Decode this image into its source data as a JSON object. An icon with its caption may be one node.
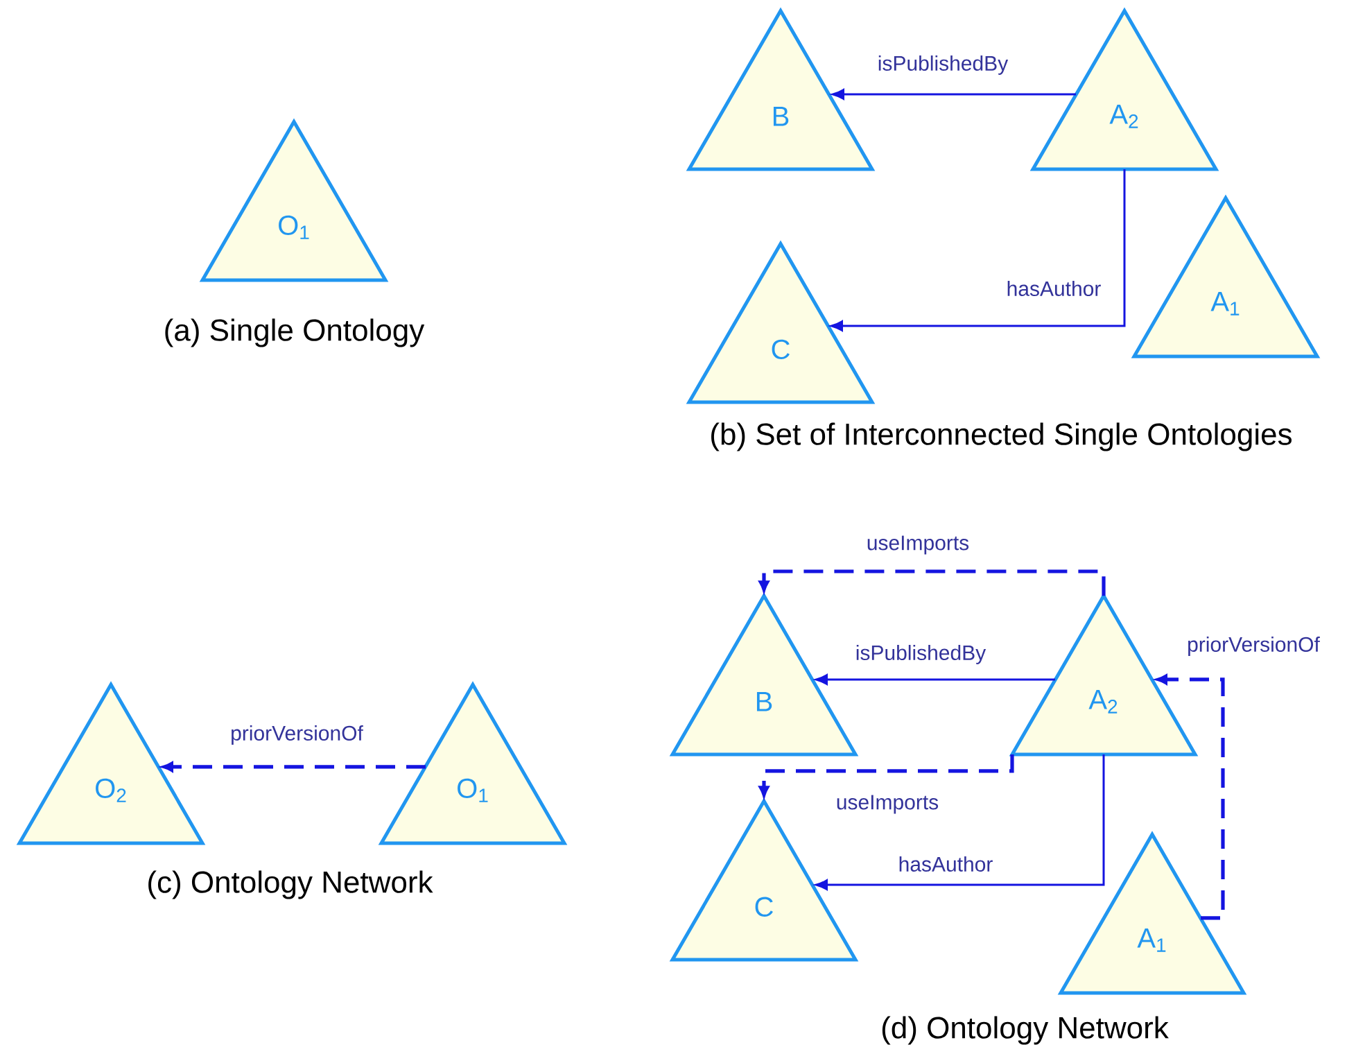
{
  "diagram": {
    "nodes": [
      {
        "text": [
          "O$_{1}$"
        ]
      },
      {
        "text": [
          "B"
        ]
      },
      {
        "text": [
          "A$_{2}$"
        ]
      },
      {
        "text": [
          "C"
        ]
      },
      {
        "text": [
          "A$_{1}$"
        ]
      },
      {
        "text": [
          "O$_{2}$"
        ]
      },
      {
        "text": [
          "O$_{1}$"
        ]
      },
      {
        "text": [
          "B"
        ]
      },
      {
        "text": [
          "A$_{2}$"
        ]
      },
      {
        "text": [
          "C"
        ]
      },
      {
        "text": [
          "A$_{1}$"
        ]
      }
    ],
    "edges": [
      {
        "from": 2,
        "to": 1,
        "arrow": "to",
        "label": "isPublishedBy"
      },
      {
        "from": 2,
        "to": 3,
        "arrow": "to",
        "label": "hasAuthor"
      },
      {
        "from": 6,
        "to": 5,
        "arrow": "to",
        "label": "priorVersionOf",
        "style": "dashed"
      },
      {
        "from": 8,
        "to": 7,
        "arrow": "to",
        "label": "useImports",
        "style": "dashed"
      },
      {
        "from": 8,
        "to": 7,
        "arrow": "to",
        "label": "isPublishedBy"
      },
      {
        "from": 8,
        "to": 9,
        "arrow": "to",
        "label": "useImports",
        "style": "dashed"
      },
      {
        "from": 8,
        "to": 9,
        "arrow": "to",
        "label": "hasAuthor"
      },
      {
        "from": 10,
        "to": 8,
        "arrow": "to",
        "label": "priorVersionOf",
        "style": "dashed"
      }
    ],
    "labels": [
      "(a) Single Ontology",
      "(b) Set of Interconnected Single Ontologies",
      "(c) Ontology Network",
      "(d) Ontology Network"
    ]
  }
}
